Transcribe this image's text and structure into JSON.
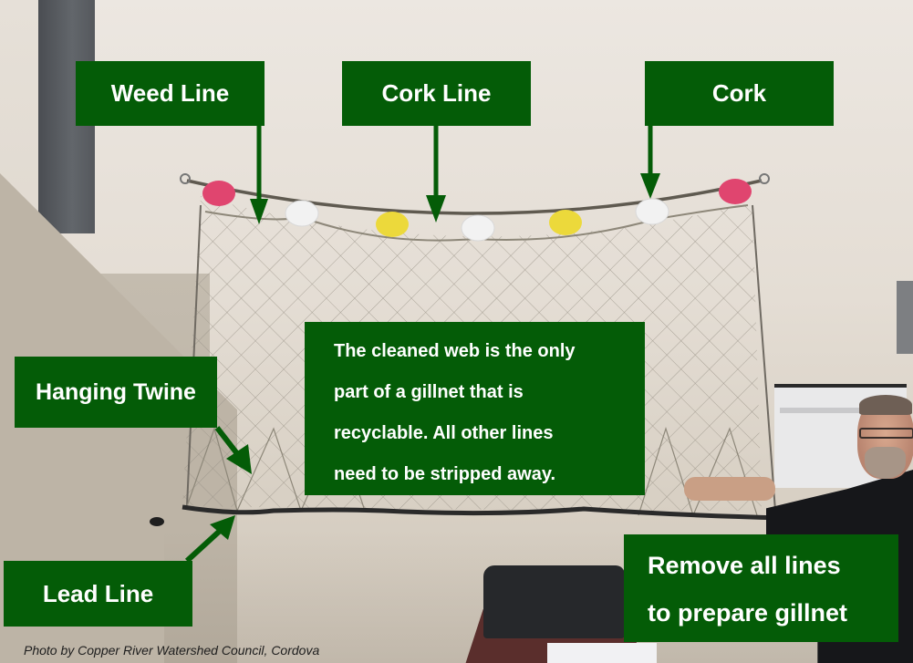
{
  "labels": {
    "weed_line": "Weed Line",
    "cork_line": "Cork Line",
    "cork": "Cork",
    "hanging_twine": "Hanging Twine",
    "lead_line": "Lead Line"
  },
  "callout": {
    "lines": [
      "The cleaned web is the only",
      "part of a gillnet that is",
      "recyclable. All other lines",
      "need to be stripped away."
    ]
  },
  "instruction": {
    "lines": [
      "Remove all lines",
      "to prepare gillnet"
    ]
  },
  "credit": "Photo by Copper River Watershed Council, Cordova",
  "colors": {
    "label_green": "#045c07",
    "label_text": "#ffffff",
    "cork_pink": "#e0456f",
    "cork_white": "#f2f2f2",
    "cork_yellow": "#ecd93b"
  },
  "corks": [
    "pink",
    "white",
    "yellow",
    "white",
    "yellow",
    "white",
    "pink"
  ]
}
